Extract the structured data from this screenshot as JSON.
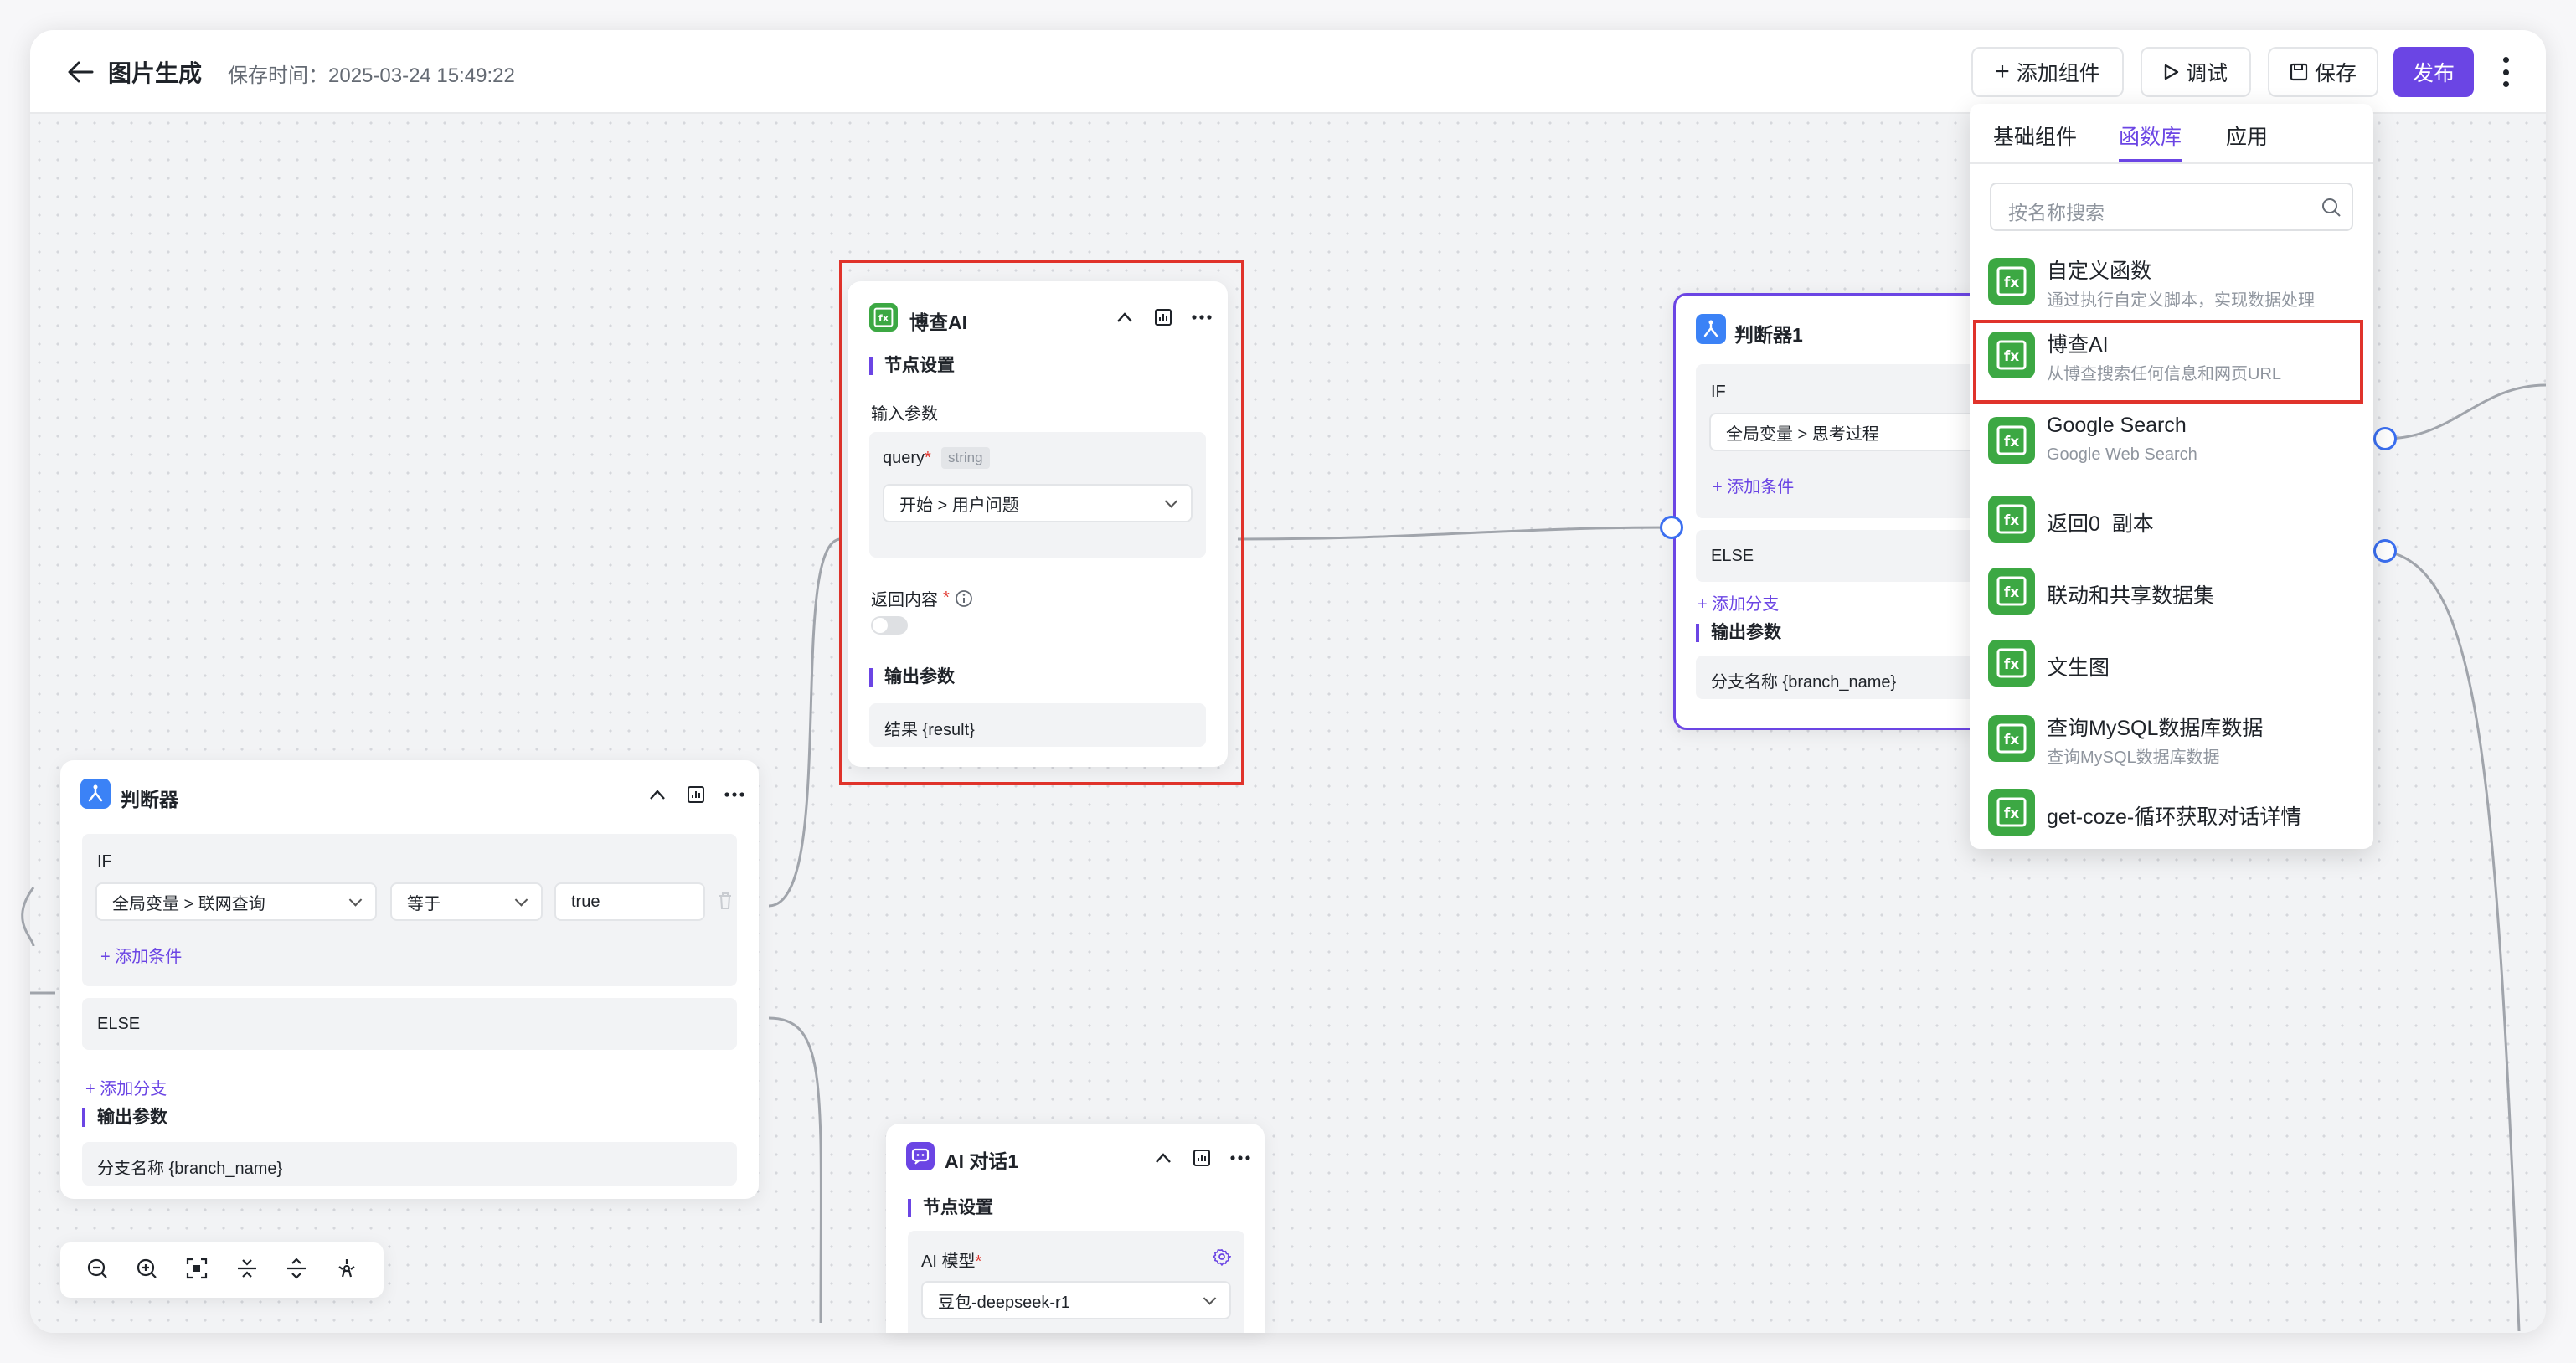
{
  "header": {
    "title": "图片生成",
    "saved_time": "保存时间：2025-03-24 15:49:22",
    "add_component": "添加组件",
    "debug": "调试",
    "save": "保存",
    "publish": "发布"
  },
  "dropdown": {
    "tabs": [
      "基础组件",
      "函数库",
      "应用"
    ],
    "search_placeholder": "按名称搜索",
    "items": [
      {
        "name": "自定义函数",
        "desc": "通过执行自定义脚本，实现数据处理"
      },
      {
        "name": "博查AI",
        "desc": "从博查搜索任何信息和网页URL"
      },
      {
        "name": "Google Search",
        "desc": "Google Web Search"
      },
      {
        "name": "返回0  副本",
        "desc": ""
      },
      {
        "name": "联动和共享数据集",
        "desc": ""
      },
      {
        "name": "文生图",
        "desc": ""
      },
      {
        "name": "查询MySQL数据库数据",
        "desc": "查询MySQL数据库数据"
      },
      {
        "name": "get-coze-循环获取对话详情",
        "desc": ""
      }
    ]
  },
  "bocha_node": {
    "title": "博查AI",
    "node_settings": "节点设置",
    "input_params": "输入参数",
    "query_label": "query",
    "query_type": "string",
    "query_value": "开始 > 用户问题",
    "return_content": "返回内容",
    "return_toggle_on": false,
    "output_params": "输出参数",
    "output_value": "结果 {result}"
  },
  "judge1_node": {
    "title": "判断器1",
    "if_label": "IF",
    "condition_var": "全局变量 > 思考过程",
    "add_condition": "添加条件",
    "else_label": "ELSE",
    "add_branch": "添加分支",
    "output_params": "输出参数",
    "output_value": "分支名称 {branch_name}"
  },
  "judge_node": {
    "title": "判断器",
    "if_label": "IF",
    "condition_var": "全局变量 > 联网查询",
    "operator": "等于",
    "value": "true",
    "add_condition": "添加条件",
    "else_label": "ELSE",
    "add_branch": "添加分支",
    "output_params": "输出参数",
    "output_value": "分支名称 {branch_name}"
  },
  "ai_node": {
    "title": "AI 对话1",
    "node_settings": "节点设置",
    "model_label": "AI 模型",
    "model_value": "豆包-deepseek-r1"
  },
  "colors": {
    "accent": "#6b45e4",
    "function_green": "#3ca843",
    "highlight_red": "#e0332b",
    "judge_blue": "#3b82f6"
  }
}
